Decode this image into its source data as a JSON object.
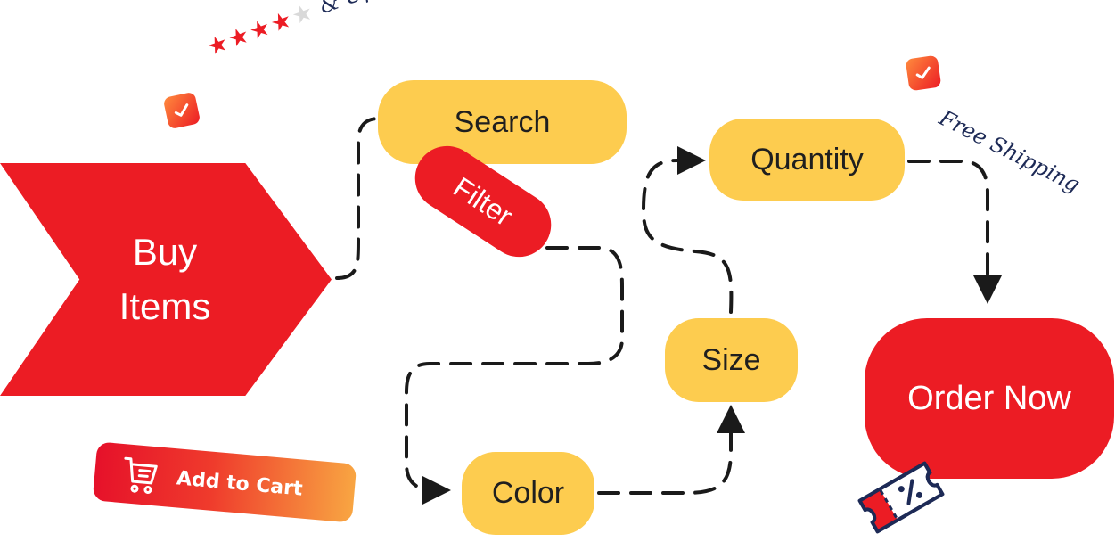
{
  "diagram": {
    "start_label": "Buy\nItems",
    "nodes": {
      "search": "Search",
      "filter": "Filter",
      "color": "Color",
      "size": "Size",
      "quantity": "Quantity",
      "order": "Order Now"
    },
    "add_to_cart": "Add to Cart",
    "rating": {
      "stars_filled": 4,
      "stars_total": 5,
      "text": "& Up"
    },
    "free_shipping": "Free Shipping"
  },
  "colors": {
    "red": "#ec1c24",
    "yellow": "#fdcc4f",
    "navy": "#1d2a56",
    "connector": "#1a1a1a"
  },
  "icons": [
    "check-badge-icon",
    "star-icon",
    "cart-icon",
    "discount-ticket-icon",
    "arrowhead-icon"
  ]
}
